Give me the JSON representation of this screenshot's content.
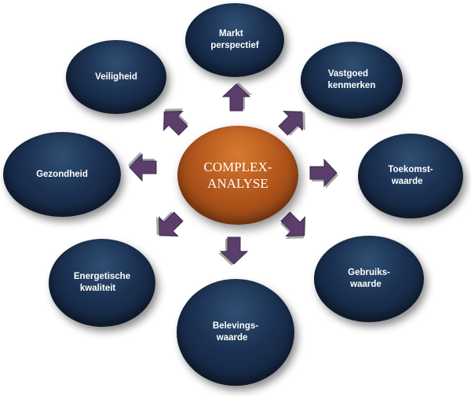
{
  "center": {
    "line1": "COMPLEX-",
    "line2": "ANALYSE"
  },
  "nodes": [
    {
      "id": "markt-perspectief",
      "line1": "Markt",
      "line2": "perspectief"
    },
    {
      "id": "vastgoed-kenmerken",
      "line1": "Vastgoed",
      "line2": "kenmerken"
    },
    {
      "id": "toekomstwaarde",
      "line1": "Toekomst-",
      "line2": "waarde"
    },
    {
      "id": "gebruikswaarde",
      "line1": "Gebruiks-",
      "line2": "waarde"
    },
    {
      "id": "belevingswaarde",
      "line1": "Belevings-",
      "line2": "waarde"
    },
    {
      "id": "energetische-kwaliteit",
      "line1": "Energetische",
      "line2": "kwaliteit"
    },
    {
      "id": "gezondheid",
      "line1": "Gezondheid",
      "line2": ""
    },
    {
      "id": "veiligheid",
      "line1": "Veiligheid",
      "line2": ""
    }
  ],
  "colors": {
    "node": "#1b3050",
    "center": "#b4581d",
    "arrow": "#5b3e6b"
  }
}
